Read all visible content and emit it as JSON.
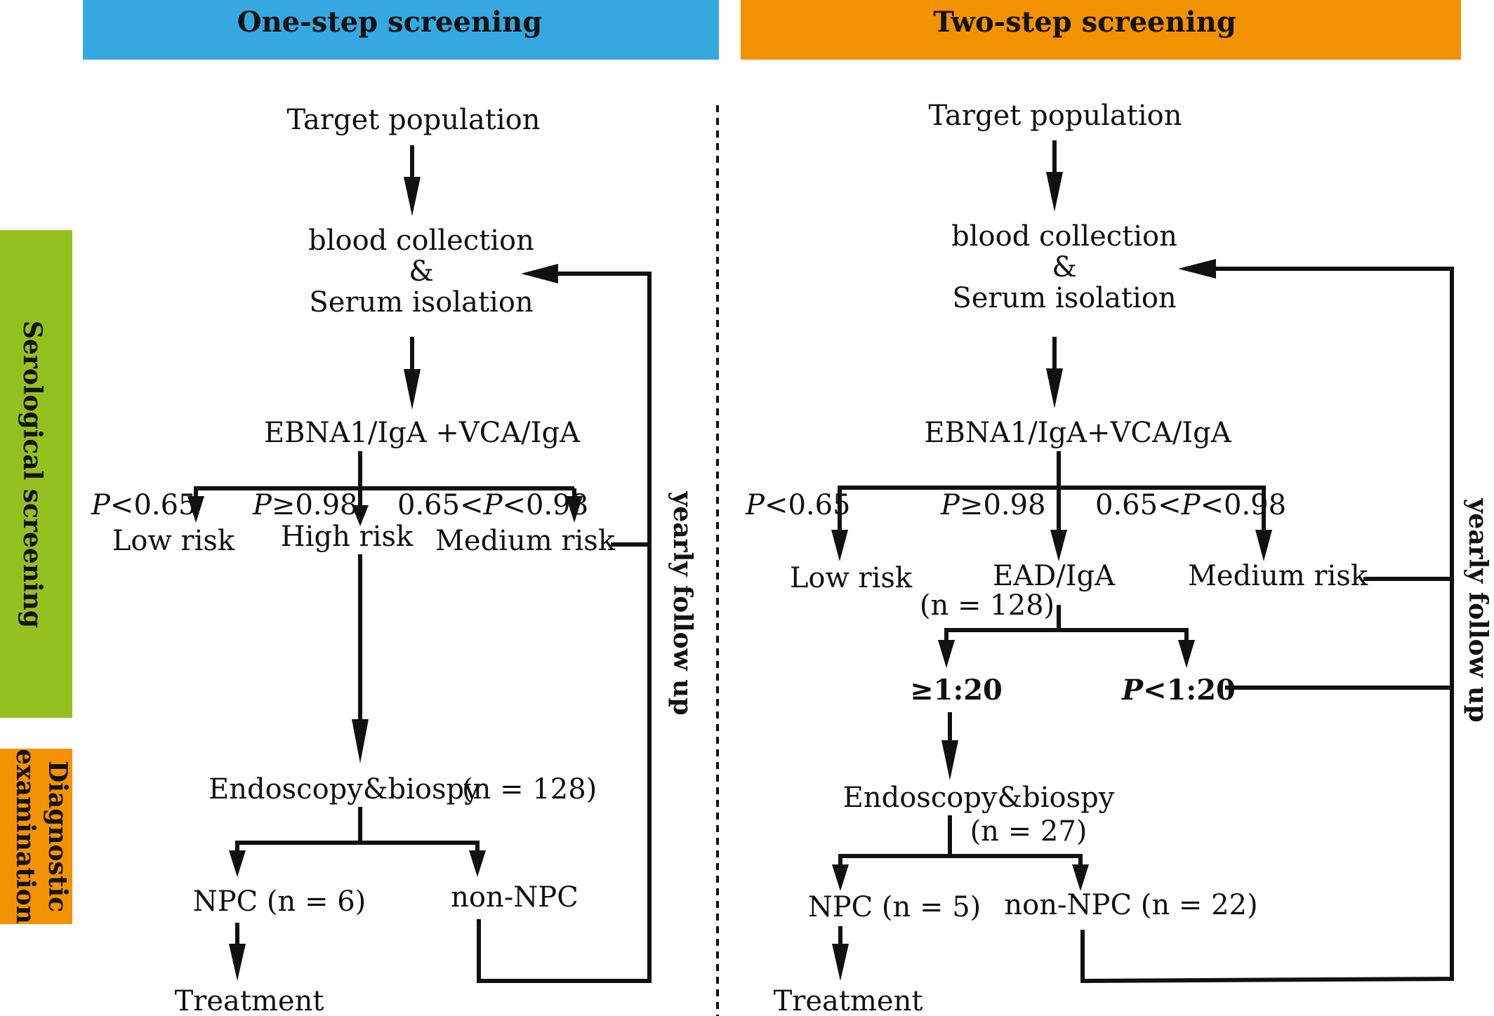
{
  "headers": {
    "one_step": "One-step screening",
    "two_step": "Two-step screening"
  },
  "side_labels": {
    "serological": "Serological screening",
    "diagnostic_line1": "Diagnostic",
    "diagnostic_line2": "examination"
  },
  "one_step": {
    "target": "Target population",
    "blood_1": "blood collection",
    "blood_2": "&",
    "blood_3": "Serum isolation",
    "ebna": "EBNA1/IgA +VCA/IgA",
    "p_low": "<0.65",
    "p_high": "≥0.98",
    "p_med_a": "0.65<",
    "p_med_b": "<0.98",
    "p_symbol": "P",
    "low_risk": "Low risk",
    "high_risk": "High risk",
    "medium_risk": "Medium risk",
    "yearly": "yearly follow up",
    "endoscopy": "Endoscopy&biospy",
    "endoscopy_n": "(n = 128)",
    "npc": "NPC (n = 6)",
    "non_npc": "non-NPC",
    "treatment": "Treatment"
  },
  "two_step": {
    "target": "Target population",
    "blood_1": "blood collection",
    "blood_2": "&",
    "blood_3": "Serum isolation",
    "ebna": "EBNA1/IgA+VCA/IgA",
    "p_low": "<0.65",
    "p_high": "≥0.98",
    "p_med_a": "0.65<",
    "p_med_b": "<0.98",
    "p_symbol": "P",
    "low_risk": "Low risk",
    "ead": "EAD/IgA",
    "ead_n": "(n = 128)",
    "medium_risk": "Medium risk",
    "ge": "≥1:20",
    "lt": "<1:20",
    "endoscopy": "Endoscopy&biospy",
    "endoscopy_n": "(n = 27)",
    "npc": "NPC (n = 5)",
    "non_npc": "non-NPC (n = 22)",
    "treatment": "Treatment",
    "yearly": "yearly follow up"
  },
  "colors": {
    "one_step_header": "#35A8E0",
    "two_step_header": "#F39200",
    "serological": "#95C11F",
    "diagnostic": "#F39200",
    "ink": "#111111"
  }
}
